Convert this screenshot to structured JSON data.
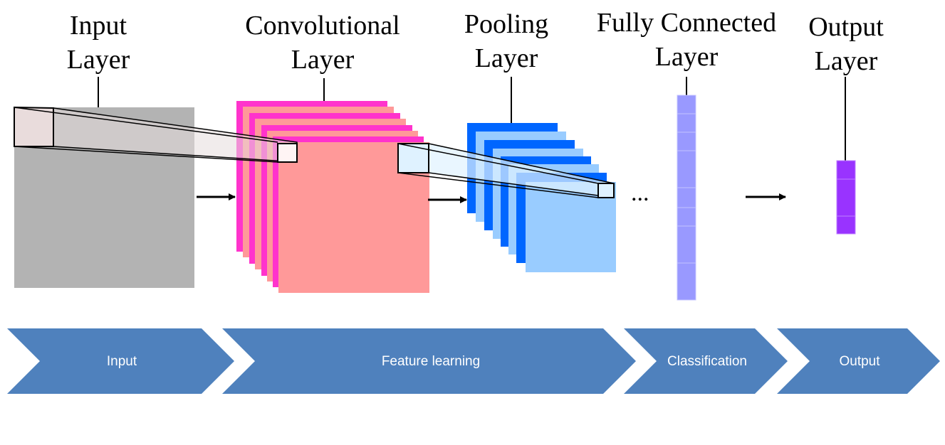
{
  "layers": {
    "input": {
      "line1": "Input",
      "line2": "Layer"
    },
    "convolutional": {
      "line1": "Convolutional",
      "line2": "Layer"
    },
    "pooling": {
      "line1": "Pooling",
      "line2": "Layer"
    },
    "fully_connected": {
      "line1": "Fully Connected",
      "line2": "Layer"
    },
    "output": {
      "line1": "Output",
      "line2": "Layer"
    }
  },
  "ellipsis": "...",
  "stages": [
    {
      "label": "Input"
    },
    {
      "label": "Feature learning"
    },
    {
      "label": "Classification"
    },
    {
      "label": "Output"
    }
  ],
  "colors": {
    "input_map": "#b3b3b3",
    "conv_dark": "#ff33cc",
    "conv_light": "#ff9999",
    "pool_dark": "#0066ff",
    "pool_light": "#99ccff",
    "fc_neuron": "#9999ff",
    "output_neuron": "#9933ff",
    "stage_arrow": "#4f81bd"
  },
  "icons": {
    "flow_arrow": "right-arrow-icon"
  }
}
